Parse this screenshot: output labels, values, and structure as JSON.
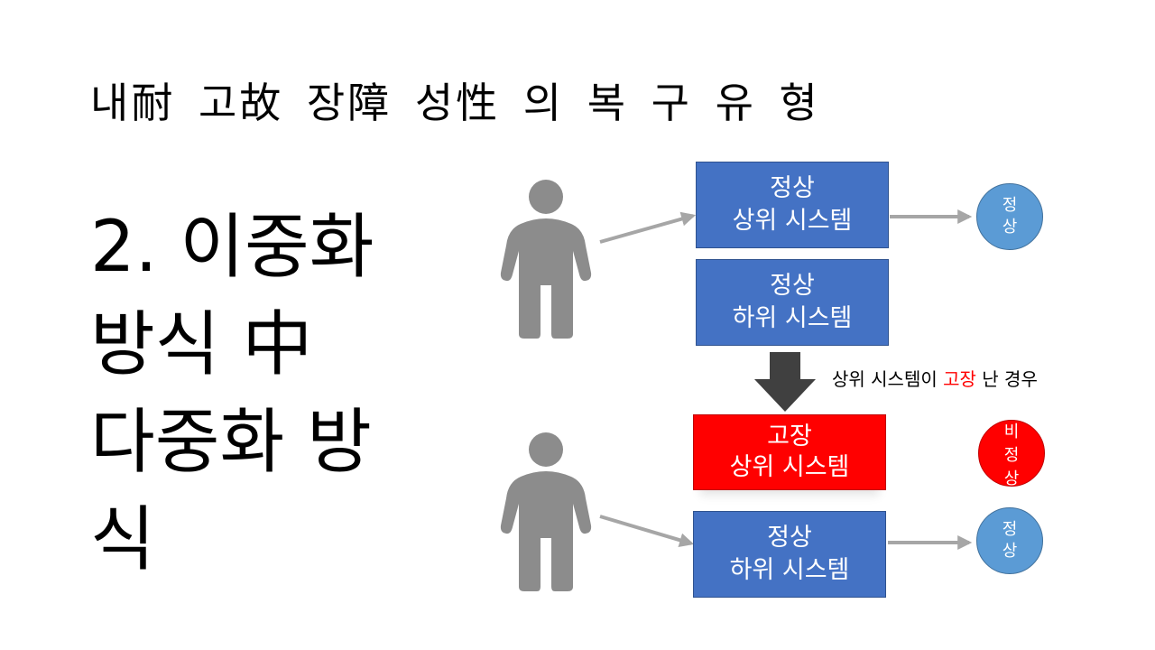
{
  "title": "내耐 고故 장障 성性 의 복 구 유 형",
  "heading": [
    "2. 이중화",
    "방식 中",
    "다중화 방",
    "식"
  ],
  "top_scenario": {
    "primary": {
      "status": "정상",
      "name": "상위 시스템"
    },
    "secondary": {
      "status": "정상",
      "name": "하위 시스템"
    },
    "result": [
      "정",
      "상"
    ]
  },
  "transition_caption": {
    "before": "상위 시스템이 ",
    "fault": "고장",
    "after": " 난 경우"
  },
  "bottom_scenario": {
    "primary": {
      "status": "고장",
      "name": "상위 시스템"
    },
    "primary_result": [
      "비",
      "정",
      "상"
    ],
    "secondary": {
      "status": "정상",
      "name": "하위 시스템"
    },
    "result": [
      "정",
      "상"
    ]
  },
  "colors": {
    "box_blue": "#4472c4",
    "fault_red": "#ff0000",
    "circle_blue": "#5b9bd5",
    "person_gray": "#8c8c8c",
    "arrow_gray": "#a6a6a6",
    "down_arrow": "#404040"
  },
  "icons": [
    "person-icon",
    "arrow-right",
    "down-arrow"
  ]
}
